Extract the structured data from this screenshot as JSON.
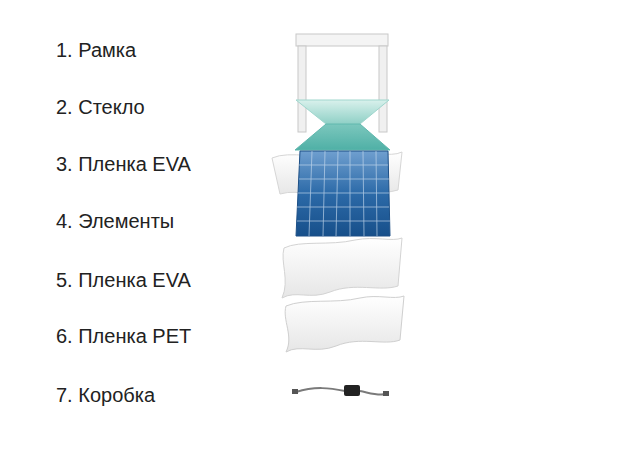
{
  "diagram": {
    "labels": [
      "1. Рамка",
      "2. Стекло",
      "3. Пленка EVA",
      "4. Элементы",
      "5. Пленка EVA",
      "6. Пленка PET",
      "7. Коробка"
    ]
  }
}
